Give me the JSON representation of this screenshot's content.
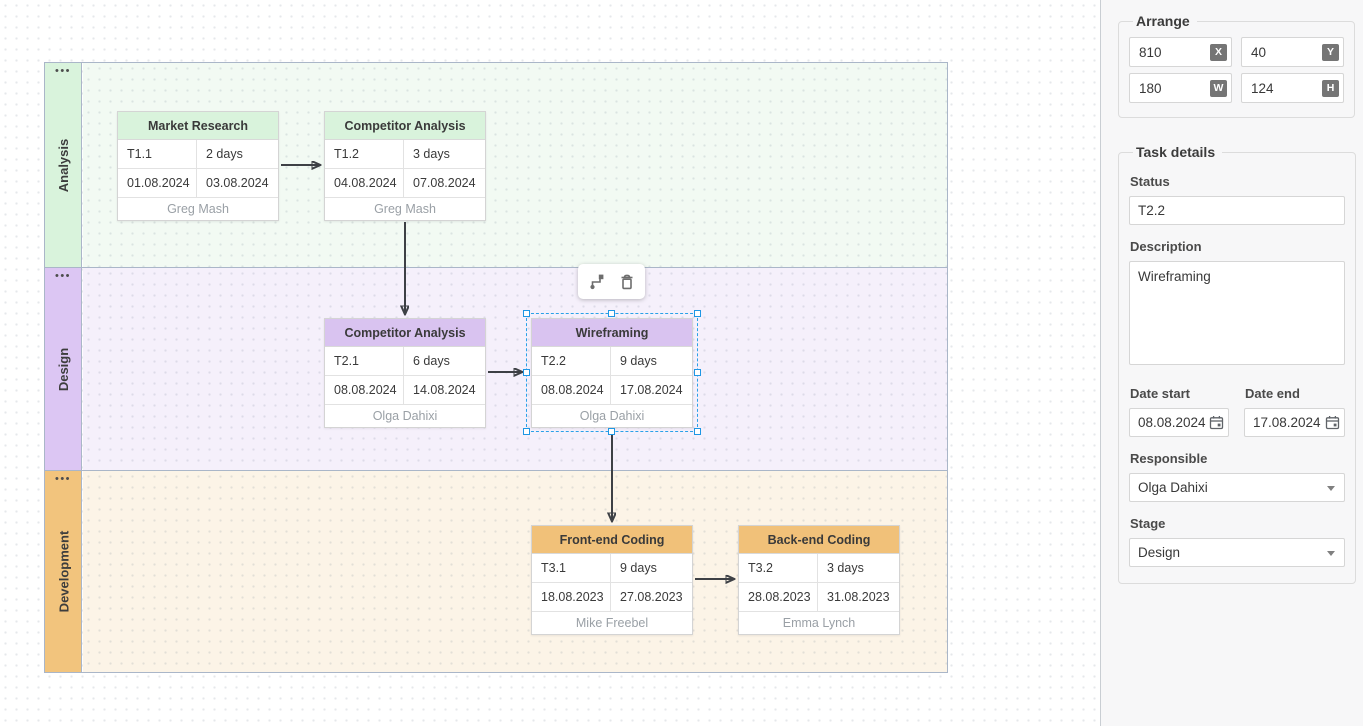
{
  "lanes": [
    {
      "name": "Analysis",
      "menu_icon": "•••"
    },
    {
      "name": "Design",
      "menu_icon": "•••"
    },
    {
      "name": "Development",
      "menu_icon": "•••"
    }
  ],
  "tasks": [
    {
      "title": "Market Research",
      "id": "T1.1",
      "duration": "2 days",
      "date_start": "01.08.2024",
      "date_end": "03.08.2024",
      "assignee": "Greg Mash"
    },
    {
      "title": "Competitor Analysis",
      "id": "T1.2",
      "duration": "3 days",
      "date_start": "04.08.2024",
      "date_end": "07.08.2024",
      "assignee": "Greg Mash"
    },
    {
      "title": "Competitor Analysis",
      "id": "T2.1",
      "duration": "6 days",
      "date_start": "08.08.2024",
      "date_end": "14.08.2024",
      "assignee": "Olga Dahixi"
    },
    {
      "title": "Wireframing",
      "id": "T2.2",
      "duration": "9 days",
      "date_start": "08.08.2024",
      "date_end": "17.08.2024",
      "assignee": "Olga Dahixi"
    },
    {
      "title": "Front-end Coding",
      "id": "T3.1",
      "duration": "9 days",
      "date_start": "18.08.2023",
      "date_end": "27.08.2023",
      "assignee": "Mike Freebel"
    },
    {
      "title": "Back-end Coding",
      "id": "T3.2",
      "duration": "3 days",
      "date_start": "28.08.2023",
      "date_end": "31.08.2023",
      "assignee": "Emma Lynch"
    }
  ],
  "floating_toolbar": {
    "connector_icon": "elbow-connector",
    "trash_icon": "trash"
  },
  "panel": {
    "arrange": {
      "title": "Arrange",
      "fields": [
        {
          "badge": "X",
          "value": "810"
        },
        {
          "badge": "Y",
          "value": "40"
        },
        {
          "badge": "W",
          "value": "180"
        },
        {
          "badge": "H",
          "value": "124"
        }
      ]
    },
    "task_details": {
      "title": "Task details",
      "status": {
        "label": "Status",
        "value": "T2.2"
      },
      "description": {
        "label": "Description",
        "value": "Wireframing"
      },
      "date_start": {
        "label": "Date start",
        "value": "08.08.2024"
      },
      "date_end": {
        "label": "Date end",
        "value": "17.08.2024"
      },
      "responsible": {
        "label": "Responsible",
        "value": "Olga Dahixi"
      },
      "stage": {
        "label": "Stage",
        "value": "Design"
      }
    }
  },
  "colors": {
    "analysis_accent": "#d9f3dc",
    "design_accent": "#d9c3f0",
    "development_accent": "#f1c179",
    "selection_blue": "#2aa1e8",
    "pool_border": "#aab6c8"
  }
}
